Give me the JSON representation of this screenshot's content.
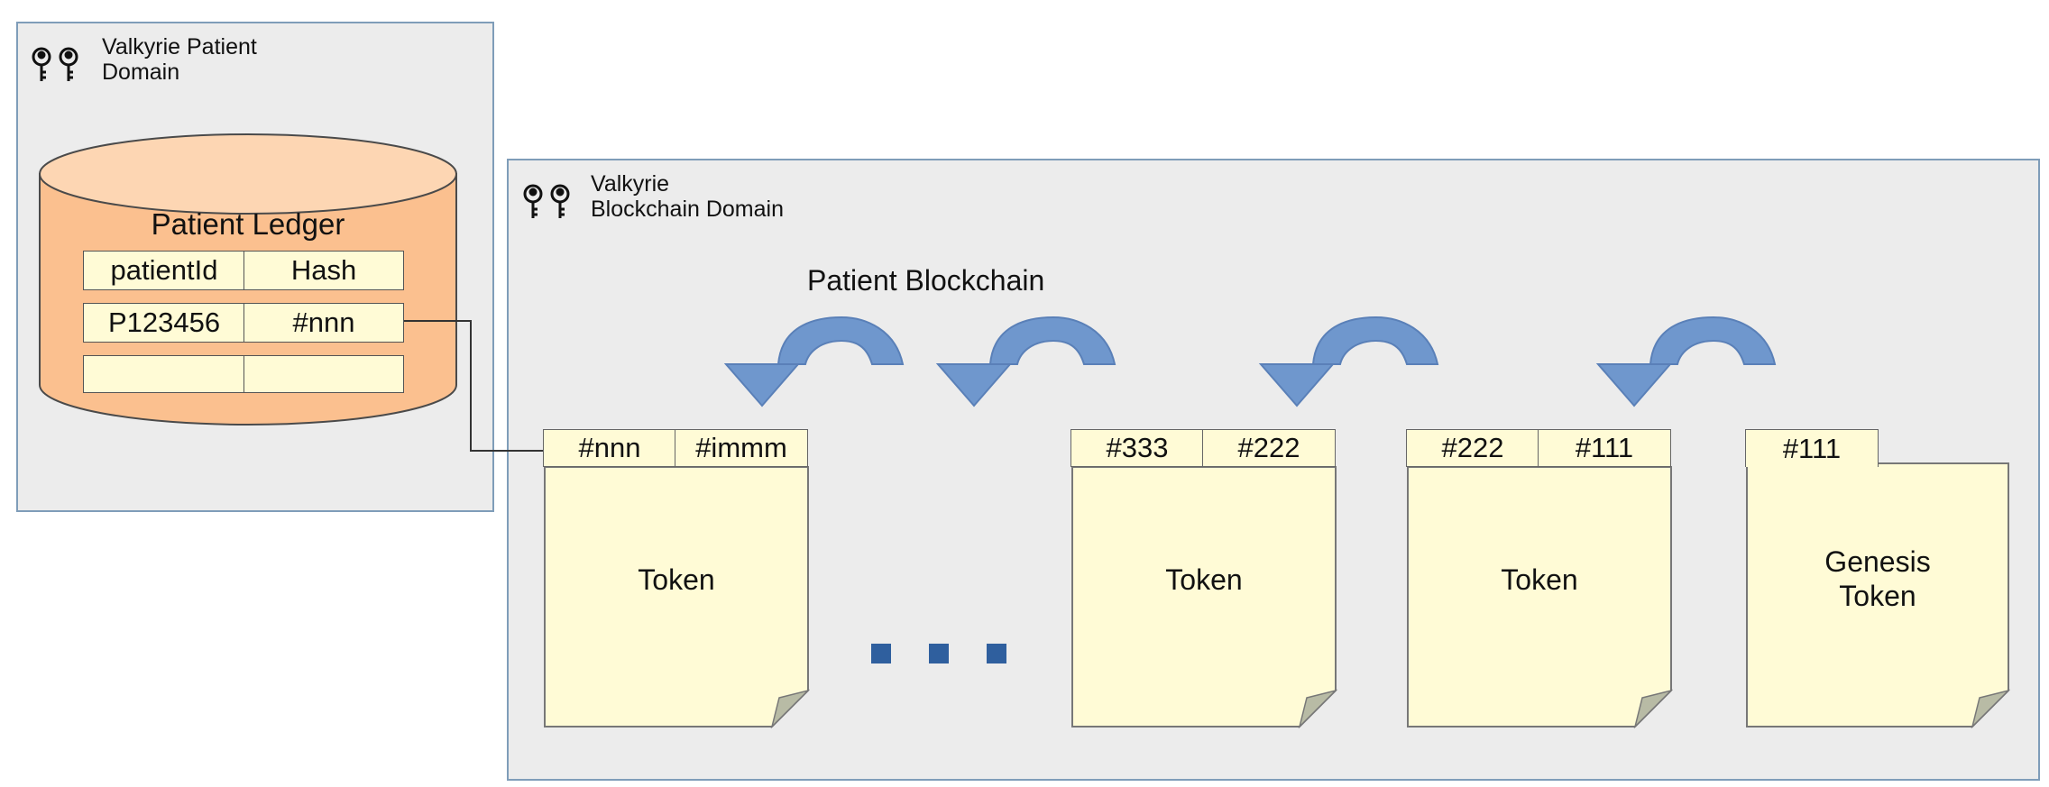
{
  "patient_domain": {
    "title": "Valkyrie Patient\nDomain",
    "icon": "keys-icon"
  },
  "blockchain_domain": {
    "title": "Valkyrie\nBlockchain Domain",
    "icon": "keys-icon"
  },
  "ledger": {
    "title": "Patient Ledger",
    "headers": [
      "patientId",
      "Hash"
    ],
    "rows": [
      [
        "P123456",
        "#nnn"
      ],
      [
        "",
        ""
      ]
    ]
  },
  "chain": {
    "title": "Patient Blockchain",
    "ellipsis": "■ ■ ■",
    "tokens": [
      {
        "hash": "#nnn",
        "prev": "#immm",
        "label": "Token"
      },
      {
        "hash": "#333",
        "prev": "#222",
        "label": "Token"
      },
      {
        "hash": "#222",
        "prev": "#111",
        "label": "Token"
      },
      {
        "hash": "#111",
        "prev": "",
        "label": "Genesis\nToken"
      }
    ]
  },
  "colors": {
    "domain_bg": "#ececec",
    "domain_border": "#7f9db9",
    "cylinder": "#fbc08f",
    "cylinder_top": "#fdd6b3",
    "token_bg": "#fffbd6",
    "arrow": "#6f97cd",
    "dots": "#2f5f9e"
  }
}
